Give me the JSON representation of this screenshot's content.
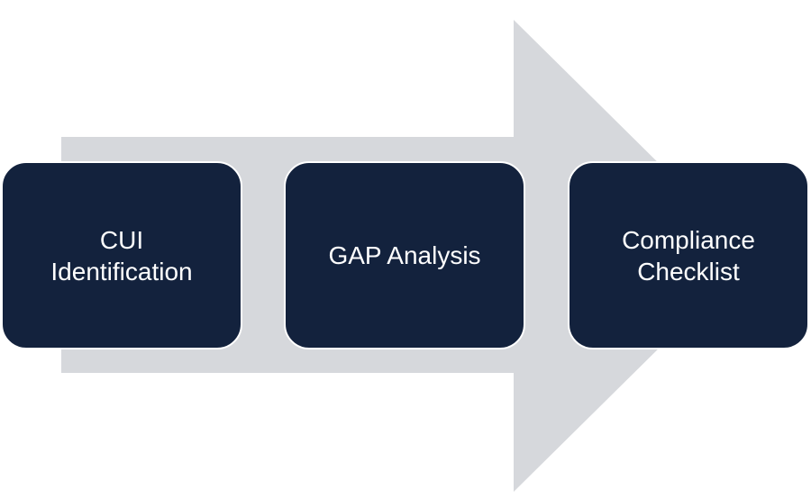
{
  "colors": {
    "arrow": "#d6d8dc",
    "box_fill": "#13223d",
    "box_text": "#ffffff"
  },
  "diagram": {
    "steps": [
      {
        "label": "CUI\nIdentification"
      },
      {
        "label": "GAP Analysis"
      },
      {
        "label": "Compliance\nChecklist"
      }
    ]
  }
}
